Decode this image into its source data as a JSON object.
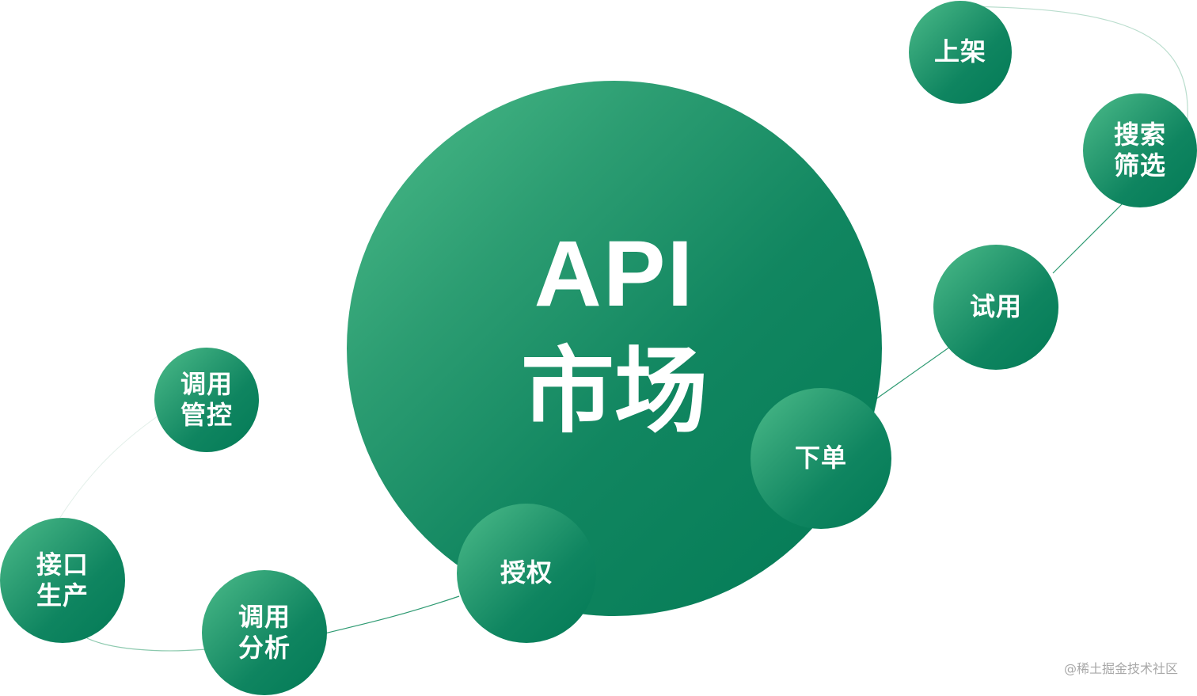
{
  "diagram": {
    "center": {
      "line1": "API",
      "line2": "市场"
    },
    "nodes": [
      {
        "id": "shangjia",
        "lines": [
          "上架"
        ]
      },
      {
        "id": "sousuo",
        "lines": [
          "搜索",
          "筛选"
        ]
      },
      {
        "id": "shiyong",
        "lines": [
          "试用"
        ]
      },
      {
        "id": "xiadan",
        "lines": [
          "下单"
        ]
      },
      {
        "id": "shouquan",
        "lines": [
          "授权"
        ]
      },
      {
        "id": "diaoyong-guankong",
        "lines": [
          "调用",
          "管控"
        ]
      },
      {
        "id": "jiekou-shengchan",
        "lines": [
          "接口",
          "生产"
        ]
      },
      {
        "id": "diaoyong-fenxi",
        "lines": [
          "调用",
          "分析"
        ]
      }
    ],
    "colors": {
      "gradient_light": "#4cbc8a",
      "gradient_dark": "#037a56",
      "link": "#2e9a72",
      "text": "#ffffff"
    }
  },
  "watermark": "@稀土掘金技术社区"
}
